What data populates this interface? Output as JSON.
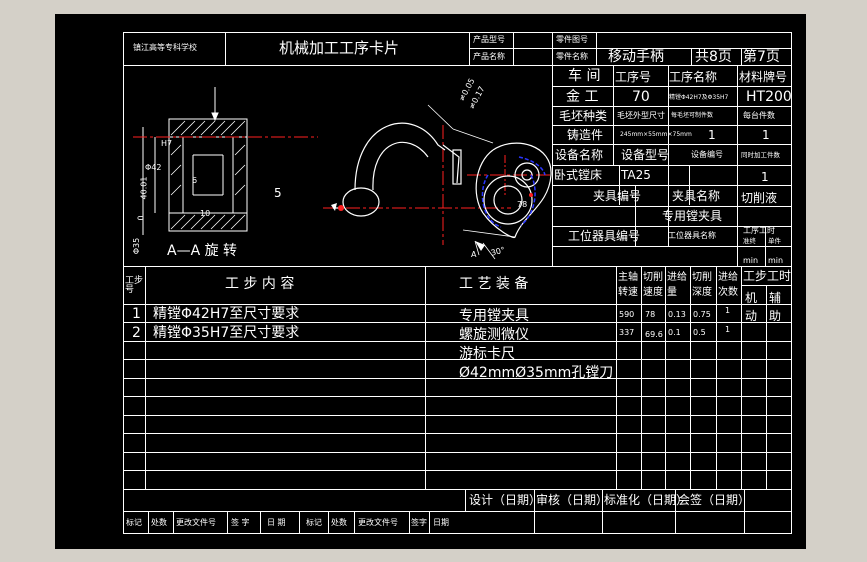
{
  "header": {
    "school": "镇江高等专科学校",
    "card_title": "机械加工工序卡片",
    "product_model_label": "产品型号",
    "product_name_label": "产品名称",
    "part_drawing_no_label": "零件图号",
    "part_name_label": "零件名称",
    "part_name": "移动手柄",
    "total_pages": "共8页",
    "page_no": "第7页"
  },
  "info": {
    "workshop_label": "车 间",
    "process_no_label": "工序号",
    "process_name_label": "工序名称",
    "material_label": "材料牌号",
    "workshop": "金 工",
    "process_no": "70",
    "process_name": "精镗Φ42H7及Φ35H7",
    "material": "HT200",
    "blank_type_label": "毛坯种类",
    "blank_size_label": "毛坯外型尺寸",
    "blanks_per_piece_label": "每毛坯可制件数",
    "pieces_per_unit_label": "每台件数",
    "blank_type": "铸造件",
    "blank_size": "245mm×55mm×75mm",
    "blanks_per_piece": "1",
    "pieces_per_unit": "1",
    "equipment_name_label": "设备名称",
    "equipment_model_label": "设备型号",
    "equipment_no_label": "设备编号",
    "simultaneous_label": "同时加工件数",
    "equipment_name": "卧式镗床",
    "equipment_model": "TA25",
    "simultaneous": "1",
    "fixture_no_label": "夹具编号",
    "fixture_name_label": "夹具名称",
    "coolant_label": "切削液",
    "fixture_name": "专用镗夹具",
    "station_tool_no_label": "工位器具编号",
    "station_tool_name_label": "工位器具名称",
    "work_hours_label": "工序工时",
    "prep_label": "准终",
    "unit_label": "单件",
    "min1": "min",
    "min2": "min"
  },
  "drawing": {
    "section_label": "A—A 旋 转",
    "dim_phi42": "Φ42",
    "dim_phi35": "Φ35",
    "dim_h7a": "H7",
    "dim_40": "40.01",
    "dim_0": "0",
    "dim_5": "5",
    "dim_6": "6",
    "dim_10": "10",
    "dim_78": "78",
    "dim_r1": "≠0.05",
    "dim_r2": "≠0.17",
    "dim_30": "30°",
    "label_a": "A"
  },
  "steps_header": {
    "step_no": "工步号",
    "content": "工 步 内 容",
    "equipment": "工 艺 装 备",
    "spindle_speed": "主轴转速",
    "cutting_speed": "切削速度",
    "feed": "进给量",
    "depth": "切削深度",
    "passes": "进给次数",
    "time": "工步工时",
    "machine": "机动",
    "aux": "辅助"
  },
  "steps": [
    {
      "no": "1",
      "content": "精镗Φ42H7至尺寸要求",
      "equipment": "专用镗夹具",
      "speed": "590",
      "vc": "78",
      "feed": "0.13",
      "depth": "0.75",
      "passes": "1"
    },
    {
      "no": "2",
      "content": "精镗Φ35H7至尺寸要求",
      "equipment": "螺旋测微仪",
      "speed": "337",
      "vc": "69.6",
      "feed": "0.1",
      "depth": "0.5",
      "passes": "1"
    }
  ],
  "extra_equipment": [
    "游标卡尺",
    "Ø42mmØ35mm孔镗刀"
  ],
  "sign": {
    "design": "设计（日期）",
    "review": "审核（日期）",
    "standard": "标准化（日期）",
    "approve": "会签（日期）"
  },
  "footer": {
    "mark": "标记",
    "count": "处数",
    "change_doc": "更改文件号",
    "signature": "签 字",
    "date": "日 期",
    "mark2": "标记",
    "count2": "处数",
    "change_doc2": "更改文件号",
    "signature2": "签字",
    "date2": "日期"
  },
  "colors": {
    "background": "#000000",
    "line": "#ffffff",
    "outer": "#d4d0c8",
    "red": "#ff2020",
    "blue": "#2a36ff"
  }
}
